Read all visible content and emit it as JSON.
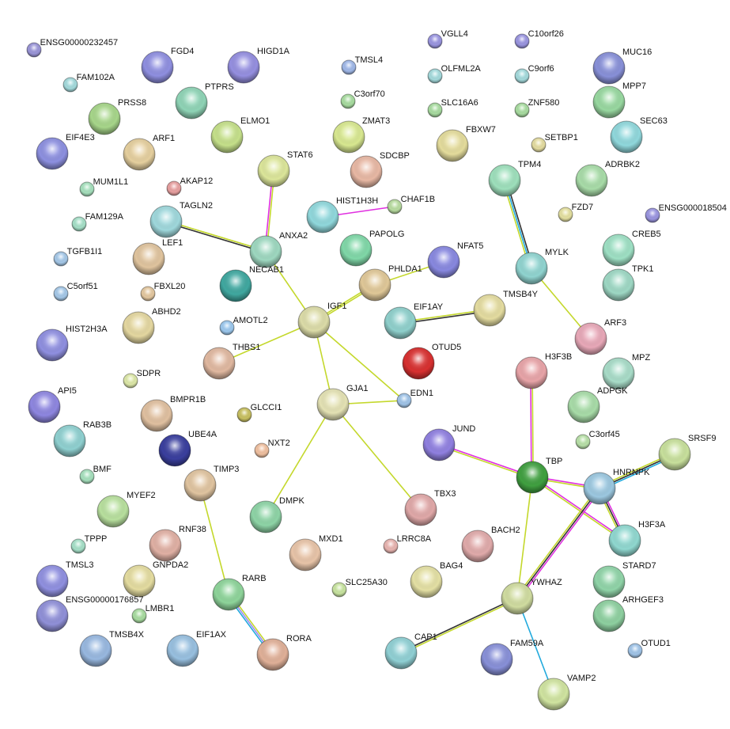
{
  "edge_colors": {
    "y": "#c4d82c",
    "k": "#333333",
    "m": "#e030e0",
    "c": "#22aadd",
    "p": "#9c8cf0"
  },
  "nodes": [
    {
      "name": "ENSG00000232457",
      "color": "#9a95d8"
    },
    {
      "name": "FAM102A",
      "color": "#a4dadc"
    },
    {
      "name": "FGD4",
      "color": "#8f8fe0"
    },
    {
      "name": "HIGD1A",
      "color": "#958fe0"
    },
    {
      "name": "PTPRS",
      "color": "#8fd4b6"
    },
    {
      "name": "PRSS8",
      "color": "#a7d68a"
    },
    {
      "name": "ELMO1",
      "color": "#c5e08a"
    },
    {
      "name": "EIF4E3",
      "color": "#8d90e0"
    },
    {
      "name": "ARF1",
      "color": "#e5cf9e"
    },
    {
      "name": "MUM1L1",
      "color": "#a6e0bd"
    },
    {
      "name": "AKAP12",
      "color": "#e8a0a0"
    },
    {
      "name": "FAM129A",
      "color": "#a6e0c8"
    },
    {
      "name": "TAGLN2",
      "color": "#9fd8dc"
    },
    {
      "name": "LEF1",
      "color": "#e0c49e"
    },
    {
      "name": "TGFB1I1",
      "color": "#a5c8e8"
    },
    {
      "name": "C5orf51",
      "color": "#a5c8e8"
    },
    {
      "name": "FBXL20",
      "color": "#e4c8a0"
    },
    {
      "name": "ABHD2",
      "color": "#e4d7a0"
    },
    {
      "name": "HIST2H3A",
      "color": "#8f8fe0"
    },
    {
      "name": "AMOTL2",
      "color": "#9cc8ee"
    },
    {
      "name": "THBS1",
      "color": "#e0b8a0"
    },
    {
      "name": "SDPR",
      "color": "#dde8a8"
    },
    {
      "name": "API5",
      "color": "#8e86e0"
    },
    {
      "name": "BMPR1B",
      "color": "#e0c0a0"
    },
    {
      "name": "GLCCI1",
      "color": "#c8c060"
    },
    {
      "name": "RAB3B",
      "color": "#8fd0d0"
    },
    {
      "name": "UBE4A",
      "color": "#3a3f9e"
    },
    {
      "name": "NXT2",
      "color": "#f0c0a0"
    },
    {
      "name": "BMF",
      "color": "#a6e0bd"
    },
    {
      "name": "TIMP3",
      "color": "#e0c4a0"
    },
    {
      "name": "MYEF2",
      "color": "#b8e09e"
    },
    {
      "name": "TPPP",
      "color": "#a6e0c8"
    },
    {
      "name": "RNF38",
      "color": "#e0b0a4"
    },
    {
      "name": "DMPK",
      "color": "#8ed4a6"
    },
    {
      "name": "MXD1",
      "color": "#e8c4a8"
    },
    {
      "name": "TMSL3",
      "color": "#9090e0"
    },
    {
      "name": "GNPDA2",
      "color": "#e4dca0"
    },
    {
      "name": "RARB",
      "color": "#8ed49a"
    },
    {
      "name": "SLC25A30",
      "color": "#c8e4a0"
    },
    {
      "name": "ENSG00000176857",
      "color": "#9090d8"
    },
    {
      "name": "LMBR1",
      "color": "#a8dca0"
    },
    {
      "name": "TMSB4X",
      "color": "#98b8e0"
    },
    {
      "name": "EIF1AX",
      "color": "#98c0e0"
    },
    {
      "name": "RORA",
      "color": "#e0b098"
    },
    {
      "name": "TMSL4",
      "color": "#a0b8e8"
    },
    {
      "name": "C3orf70",
      "color": "#a8dca0"
    },
    {
      "name": "ZMAT3",
      "color": "#d8e890"
    },
    {
      "name": "STAT6",
      "color": "#dce69a"
    },
    {
      "name": "SDCBP",
      "color": "#e8b8a4"
    },
    {
      "name": "HIST1H3H",
      "color": "#90d8dc"
    },
    {
      "name": "CHAF1B",
      "color": "#b8dca0"
    },
    {
      "name": "ANXA2",
      "color": "#9ed8c0"
    },
    {
      "name": "NECAB1",
      "color": "#40a8a0"
    },
    {
      "name": "PAPOLG",
      "color": "#80d8a8"
    },
    {
      "name": "PHLDA1",
      "color": "#e0c898"
    },
    {
      "name": "IGF1",
      "color": "#dcdca8"
    },
    {
      "name": "EIF1AY",
      "color": "#8fd0cc"
    },
    {
      "name": "TMSB4Y",
      "color": "#e4dca0"
    },
    {
      "name": "OTUD5",
      "color": "#d83030"
    },
    {
      "name": "GJA1",
      "color": "#e4e2b4"
    },
    {
      "name": "EDN1",
      "color": "#a0c4e8"
    },
    {
      "name": "NFAT5",
      "color": "#8888e0"
    },
    {
      "name": "VGLL4",
      "color": "#9a95e0"
    },
    {
      "name": "OLFML2A",
      "color": "#a4dadc"
    },
    {
      "name": "SLC16A6",
      "color": "#a8dca0"
    },
    {
      "name": "FBXW7",
      "color": "#e4dc9c"
    },
    {
      "name": "C10orf26",
      "color": "#9a95e0"
    },
    {
      "name": "C9orf6",
      "color": "#a4dadc"
    },
    {
      "name": "ZNF580",
      "color": "#a8dca0"
    },
    {
      "name": "SETBP1",
      "color": "#e4dca0"
    },
    {
      "name": "TPM4",
      "color": "#9ee0bc"
    },
    {
      "name": "MUC16",
      "color": "#8890d8"
    },
    {
      "name": "MPP7",
      "color": "#98d8a0"
    },
    {
      "name": "SEC63",
      "color": "#90d8dc"
    },
    {
      "name": "ADRBK2",
      "color": "#a8dca8"
    },
    {
      "name": "FZD7",
      "color": "#e4e0a0"
    },
    {
      "name": "ENSG000018504",
      "color": "#9a95e0"
    },
    {
      "name": "CREB5",
      "color": "#9ee0c4"
    },
    {
      "name": "MYLK",
      "color": "#90d4d0"
    },
    {
      "name": "TPK1",
      "color": "#9ed8c4"
    },
    {
      "name": "ARF3",
      "color": "#e8a8b8"
    },
    {
      "name": "MPZ",
      "color": "#a8dcc8"
    },
    {
      "name": "H3F3B",
      "color": "#e8a4a8"
    },
    {
      "name": "ADPGK",
      "color": "#a8dca8"
    },
    {
      "name": "C3orf45",
      "color": "#b8e0a8"
    },
    {
      "name": "JUND",
      "color": "#9080e0"
    },
    {
      "name": "TBP",
      "color": "#40a040"
    },
    {
      "name": "HNRNPK",
      "color": "#9cc8e0"
    },
    {
      "name": "SRSF9",
      "color": "#c8e09c"
    },
    {
      "name": "H3F3A",
      "color": "#90d8d0"
    },
    {
      "name": "STARD7",
      "color": "#90d4a8"
    },
    {
      "name": "ARHGEF3",
      "color": "#8ed0a0"
    },
    {
      "name": "TBX3",
      "color": "#e0a8a8"
    },
    {
      "name": "BACH2",
      "color": "#e0aaaa"
    },
    {
      "name": "LRRC8A",
      "color": "#e8b4b0"
    },
    {
      "name": "BAG4",
      "color": "#e4e0a4"
    },
    {
      "name": "YWHAZ",
      "color": "#d0dca0"
    },
    {
      "name": "CAP1",
      "color": "#90d0d4"
    },
    {
      "name": "FAM59A",
      "color": "#8890d8"
    },
    {
      "name": "OTUD1",
      "color": "#a0c4e8"
    },
    {
      "name": "VAMP2",
      "color": "#d0e4a0"
    }
  ],
  "edges": [
    {
      "a": "TAGLN2",
      "b": "ANXA2",
      "channels": [
        "y",
        "k"
      ]
    },
    {
      "a": "STAT6",
      "b": "ANXA2",
      "channels": [
        "y",
        "m"
      ]
    },
    {
      "a": "HIST1H3H",
      "b": "CHAF1B",
      "channels": [
        "m"
      ]
    },
    {
      "a": "ANXA2",
      "b": "IGF1",
      "channels": [
        "y"
      ]
    },
    {
      "a": "IGF1",
      "b": "PHLDA1",
      "channels": [
        "y",
        "y"
      ]
    },
    {
      "a": "PHLDA1",
      "b": "NFAT5",
      "channels": [
        "y"
      ]
    },
    {
      "a": "IGF1",
      "b": "THBS1",
      "channels": [
        "y"
      ]
    },
    {
      "a": "IGF1",
      "b": "GJA1",
      "channels": [
        "y"
      ]
    },
    {
      "a": "IGF1",
      "b": "EDN1",
      "channels": [
        "y"
      ]
    },
    {
      "a": "GJA1",
      "b": "EDN1",
      "channels": [
        "y"
      ]
    },
    {
      "a": "GJA1",
      "b": "DMPK",
      "channels": [
        "y"
      ]
    },
    {
      "a": "GJA1",
      "b": "TBX3",
      "channels": [
        "y"
      ]
    },
    {
      "a": "EIF1AY",
      "b": "TMSB4Y",
      "channels": [
        "y",
        "k"
      ]
    },
    {
      "a": "TPM4",
      "b": "MYLK",
      "channels": [
        "k",
        "c",
        "y"
      ]
    },
    {
      "a": "MYLK",
      "b": "ARF3",
      "channels": [
        "y"
      ]
    },
    {
      "a": "H3F3B",
      "b": "TBP",
      "channels": [
        "y",
        "m"
      ]
    },
    {
      "a": "JUND",
      "b": "TBP",
      "channels": [
        "m",
        "y"
      ]
    },
    {
      "a": "TBP",
      "b": "HNRNPK",
      "channels": [
        "m",
        "y"
      ]
    },
    {
      "a": "TBP",
      "b": "H3F3A",
      "channels": [
        "m",
        "y"
      ]
    },
    {
      "a": "TBP",
      "b": "YWHAZ",
      "channels": [
        "y"
      ]
    },
    {
      "a": "HNRNPK",
      "b": "SRSF9",
      "channels": [
        "y",
        "k",
        "c"
      ]
    },
    {
      "a": "HNRNPK",
      "b": "H3F3A",
      "channels": [
        "m",
        "k",
        "y"
      ]
    },
    {
      "a": "HNRNPK",
      "b": "YWHAZ",
      "channels": [
        "m",
        "k",
        "y"
      ]
    },
    {
      "a": "YWHAZ",
      "b": "CAP1",
      "channels": [
        "y",
        "k"
      ]
    },
    {
      "a": "YWHAZ",
      "b": "VAMP2",
      "channels": [
        "c"
      ]
    },
    {
      "a": "TIMP3",
      "b": "RARB",
      "channels": [
        "y"
      ]
    },
    {
      "a": "RARB",
      "b": "RORA",
      "channels": [
        "y",
        "p",
        "c"
      ]
    }
  ]
}
